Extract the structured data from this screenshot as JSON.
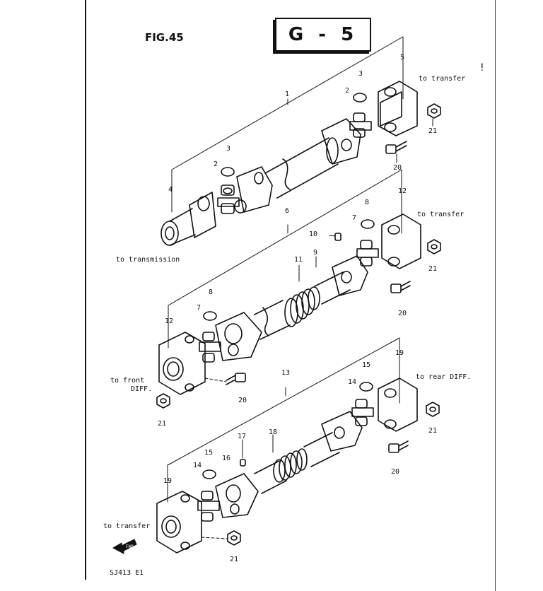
{
  "figure": {
    "fig_label": "FIG.45",
    "group_code": "G - 5",
    "model_code": "SJ413 E1",
    "mark": "!"
  },
  "icons": {
    "forward_arrow": "FWD"
  },
  "labels": {
    "to_transfer_1": "to transfer",
    "to_transmission": "to transmission",
    "to_transfer_2": "to transfer",
    "to_front_diff_1": "to front",
    "to_front_diff_2": "DIFF.",
    "to_rear_diff": "to rear DIFF.",
    "to_transfer_3": "to transfer"
  },
  "callouts": {
    "a1": "1",
    "a2": "2",
    "a3": "3",
    "a4": "4",
    "a5": "5",
    "a2b": "2",
    "a3b": "3",
    "a20": "20",
    "a21": "21",
    "b6": "6",
    "b7": "7",
    "b8": "8",
    "b9": "9",
    "b10": "10",
    "b11": "11",
    "b12": "12",
    "b7b": "7",
    "b8b": "8",
    "b12b": "12",
    "b20": "20",
    "b21": "21",
    "b20b": "20",
    "b21b": "21",
    "c13": "13",
    "c14": "14",
    "c15": "15",
    "c16": "16",
    "c17": "17",
    "c18": "18",
    "c19": "19",
    "c14b": "14",
    "c15b": "15",
    "c19b": "19",
    "c20": "20",
    "c21": "21",
    "c21b": "21"
  }
}
